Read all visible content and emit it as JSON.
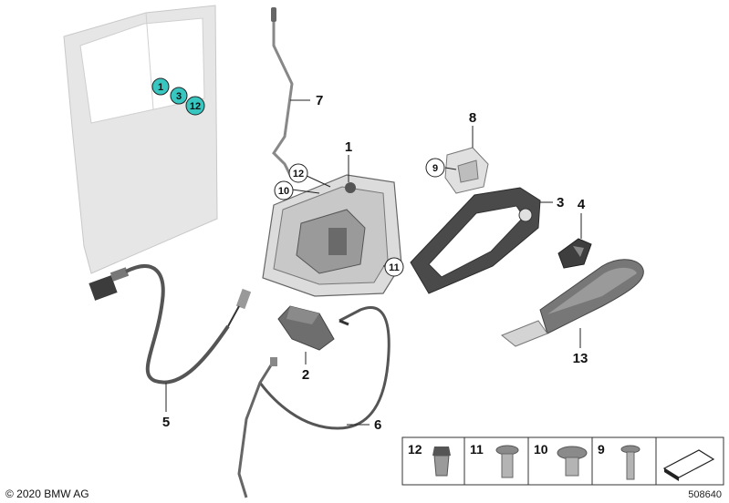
{
  "callouts": {
    "c1": "1",
    "c2": "2",
    "c3": "3",
    "c4": "4",
    "c5": "5",
    "c6": "6",
    "c7": "7",
    "c8": "8",
    "c13": "13",
    "circ9": "9",
    "circ10": "10",
    "circ11": "11",
    "circ12": "12",
    "door1": "1",
    "door3": "3",
    "door12": "12"
  },
  "legend": {
    "l12": "12",
    "l11": "11",
    "l10": "10",
    "l9": "9"
  },
  "copyright": "© 2020 BMW AG",
  "ref_number": "508640",
  "colors": {
    "highlight": "#37c6c0",
    "part_fill": "#e2e2e2",
    "part_dark": "#5a5a5a",
    "line": "#222222"
  }
}
